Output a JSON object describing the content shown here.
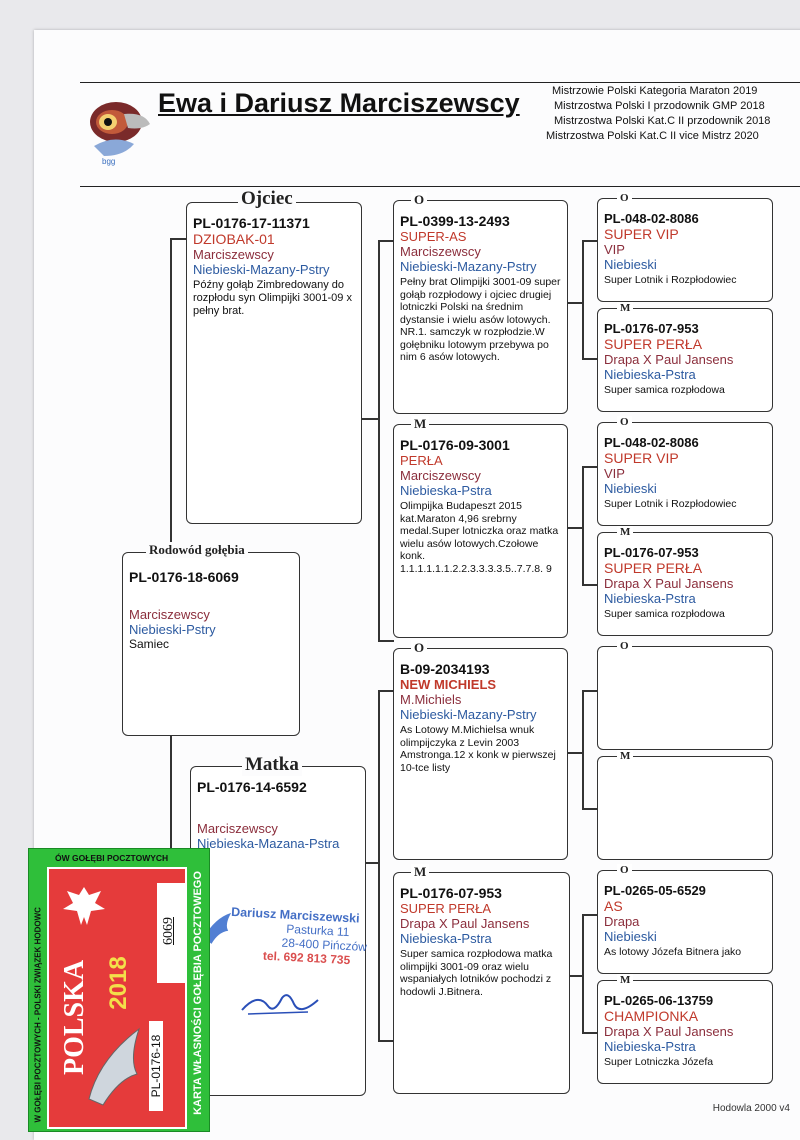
{
  "header": {
    "title": "Ewa i Dariusz Marciszewscy",
    "achievements": [
      "Mistrzowie Polski Kategoria Maraton 2019",
      "Mistrzostwa Polski I  przodownik GMP 2018",
      "Mistrzostwa Polski Kat.C II przodownik 2018",
      "Mistrzostwa Polski Kat.C II vice Mistrz 2020"
    ]
  },
  "labels": {
    "father": "Ojciec",
    "mother": "Matka",
    "pedigree": "Rodowód gołębia",
    "o": "O",
    "m": "M"
  },
  "subject": {
    "ring": "PL-0176-18-6069",
    "breeder": "Marciszewscy",
    "color": "Niebieski-Pstry",
    "sex": "Samiec"
  },
  "father": {
    "ring": "PL-0176-17-11371",
    "name": "DZIOBAK-01",
    "breeder": "Marciszewscy",
    "color": "Niebieski-Mazany-Pstry",
    "desc": "Późny gołąb  Zimbredowany do  rozpłodu syn Olimpijki 3001-09 x pełny brat."
  },
  "mother": {
    "ring": "PL-0176-14-6592",
    "breeder": "Marciszewscy",
    "color": "Niebieska-Mazana-Pstra"
  },
  "ff": {
    "ring": "PL-0399-13-2493",
    "name": "SUPER-AS",
    "breeder": "Marciszewscy",
    "color": "Niebieski-Mazany-Pstry",
    "desc": "Pełny brat Olimpijki 3001-09 super gołąb rozpłodowy i ojciec drugiej lotniczki Polski na średnim dystansie i wielu asów lotowych. NR.1. samczyk w rozpłodzie.W gołębniku lotowym przebywa po nim 6 asów lotowych."
  },
  "fm": {
    "ring": "PL-0176-09-3001",
    "name": "PERŁA",
    "breeder": "Marciszewscy",
    "color": "Niebieska-Pstra",
    "desc": "Olimpijka Budapeszt 2015 kat.Maraton 4,96 srebrny medal.Super lotniczka oraz matka wielu asów lotowych.Czołowe konk. 1.1.1.1.1.1.2.2.3.3.3.3.5..7.7.8. 9"
  },
  "mf": {
    "ring": "B-09-2034193",
    "name": "NEW MICHIELS",
    "breeder": "M.Michiels",
    "color": "Niebieski-Mazany-Pstry",
    "desc": "As Lotowy M.Michielsa wnuk olimpijczyka z Levin 2003 Amstronga.12 x konk w pierwszej 10-tce listy"
  },
  "mm": {
    "ring": "PL-0176-07-953",
    "name": "SUPER PERŁA",
    "breeder": "Drapa X Paul Jansens",
    "color": "Niebieska-Pstra",
    "desc": "Super samica rozpłodowa matka olimpijki 3001-09 oraz wielu wspaniałych lotników pochodzi z hodowli J.Bitnera."
  },
  "ggp": [
    {
      "ring": "PL-048-02-8086",
      "name": "SUPER VIP",
      "breeder": "VIP",
      "color": "Niebieski",
      "desc": "Super Lotnik i Rozpłodowiec"
    },
    {
      "ring": "PL-0176-07-953",
      "name": "SUPER PERŁA",
      "breeder": "Drapa X Paul Jansens",
      "color": "Niebieska-Pstra",
      "desc": "Super samica rozpłodowa"
    },
    {
      "ring": "PL-048-02-8086",
      "name": "SUPER VIP",
      "breeder": "VIP",
      "color": "Niebieski",
      "desc": "Super Lotnik i Rozpłodowiec"
    },
    {
      "ring": "PL-0176-07-953",
      "name": "SUPER PERŁA",
      "breeder": "Drapa X Paul Jansens",
      "color": "Niebieska-Pstra",
      "desc": "Super samica rozpłodowa"
    },
    {
      "ring": "",
      "name": "",
      "breeder": "",
      "color": "",
      "desc": ""
    },
    {
      "ring": "",
      "name": "",
      "breeder": "",
      "color": "",
      "desc": ""
    },
    {
      "ring": "PL-0265-05-6529",
      "name": "AS",
      "breeder": "Drapa",
      "color": "Niebieski",
      "desc": "As lotowy Józefa Bitnera jako"
    },
    {
      "ring": "PL-0265-06-13759",
      "name": "CHAMPIONKA",
      "breeder": "Drapa X Paul Jansens",
      "color": "Niebieska-Pstra",
      "desc": "Super Lotniczka Józefa"
    }
  ],
  "stamp": {
    "name": "Dariusz Marciszewski",
    "street": "Pasturka 11",
    "city": "28-400 Pińczów",
    "phone": "tel. 692 813 735"
  },
  "ownership_card": {
    "country": "POLSKA",
    "year": "2018",
    "ring": "PL-0176-18",
    "number": "6069",
    "side_text": "KARTA WŁASNOŚCI GOŁĘBIA POCZTOWEGO",
    "top_text": "ÓW GOŁĘBI POCZTOWYCH",
    "left_text": "W GOŁĘBI POCZTOWYCH - POLSKI ZWIĄZEK HODOWC"
  },
  "footer": "Hodowla 2000 v4"
}
